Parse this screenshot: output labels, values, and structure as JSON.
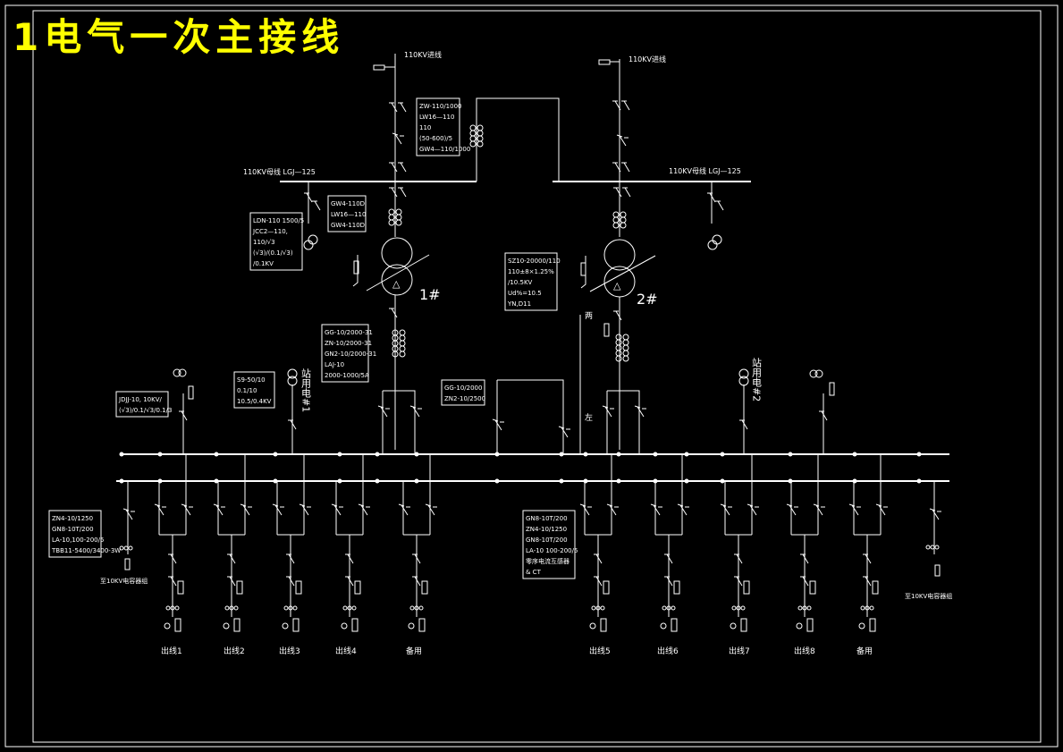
{
  "title": "1电气一次主接线",
  "incoming": {
    "left_label": "110KV进线",
    "right_label": "110KV进线"
  },
  "bus_110": {
    "left_label": "110KV母线 LGJ—125",
    "right_label": "110KV母线 LGJ—125"
  },
  "boxes": {
    "line_equipment": [
      "ZW-110/1000",
      "LW16—110",
      "110",
      "(50-600)/5",
      "GW4—110/1000"
    ],
    "bus_equipment": [
      "GW4-110D",
      "LW16—110",
      "GW4-110D"
    ],
    "pt_110": [
      "LDN-110 1500/5",
      "JCC2—110,",
      "110/√3",
      "(√3)/(0.1/√3)",
      "/0.1KV"
    ],
    "transformer_1": [
      "SZ10-20000/110",
      "110±8×1.25%",
      "/10.5KV",
      "Ud%=10.5",
      "YN,D11"
    ],
    "transformer_1_low": [
      "GG-10/2000-31",
      "ZN-10/2000-31",
      "GN2-10/2000-31",
      "LAJ-10",
      "2000-1000/5A"
    ],
    "bus_tie": [
      "GG-10/2000",
      "ZN2-10/2500"
    ],
    "pt_10": [
      "JDJJ-10, 10KV/",
      "(√3)/0.1/√3/0.1/3"
    ],
    "station_xfmr": [
      "S9-50/10",
      "0.1/10",
      "10.5/0.4KV"
    ],
    "feeder_left": [
      "ZN4-10/1250",
      "GN8-10T/200",
      "LA-10,100-200/5",
      "TBB11-5400/3400-3W"
    ],
    "feeder_right": [
      "GN8-10T/200",
      "ZN4-10/1250",
      "GN8-10T/200",
      "LA-10 100-200/5",
      "零序电流互感器",
      "& CT"
    ]
  },
  "transformers": {
    "t1_label": "1#",
    "t2_label": "2#",
    "delta": "△"
  },
  "station_use": {
    "left": "站用电#1",
    "right": "站用电#2"
  },
  "marks": {
    "left_tie": "左",
    "right_tie": "两"
  },
  "feeders": [
    "出线1",
    "出线2",
    "出线3",
    "出线4",
    "备用",
    "出线5",
    "出线6",
    "出线7",
    "出线8",
    "备用"
  ],
  "capacitor_labels": {
    "left": "至10KV电容器组",
    "right": "至10KV电容器组"
  },
  "colors": {
    "background": "#000000",
    "lines": "#ffffff",
    "title": "#ffff00"
  }
}
